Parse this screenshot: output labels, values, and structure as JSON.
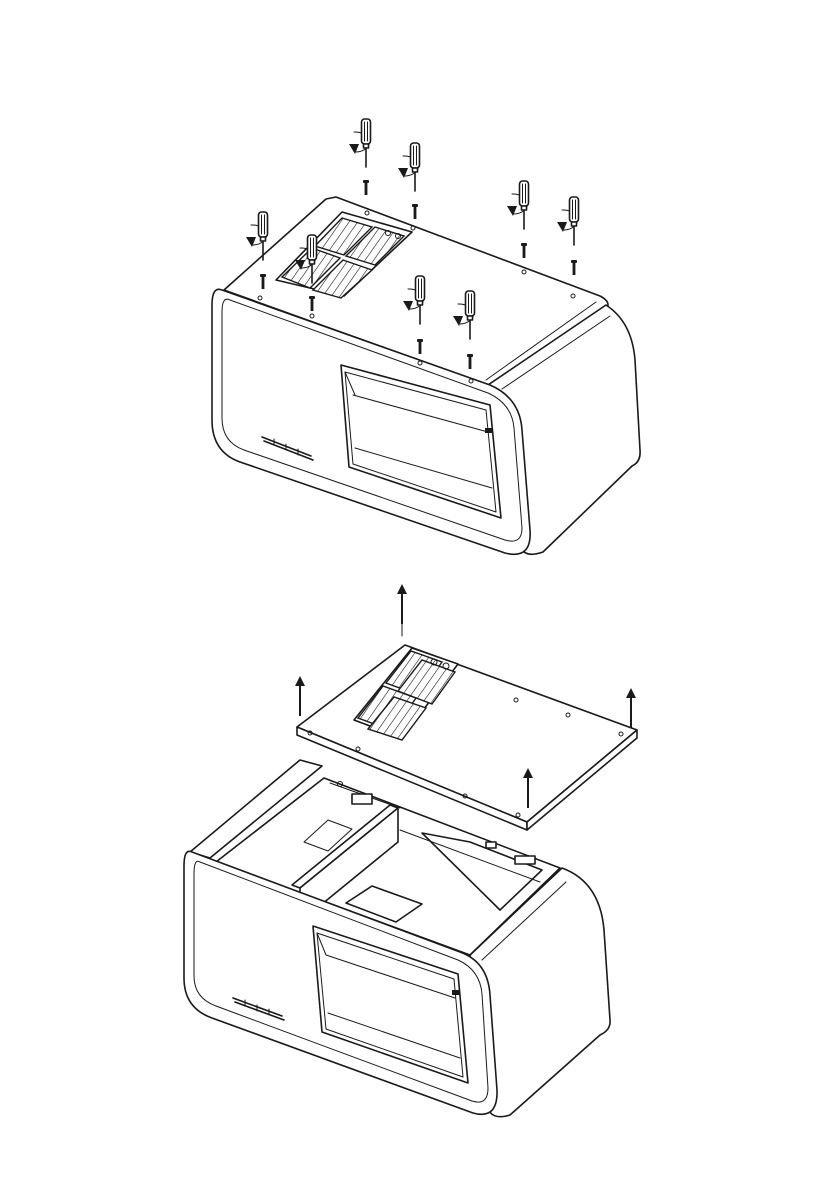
{
  "diagram": {
    "steps": [
      {
        "id": "step-1",
        "screw_count": 8,
        "action": "unscrew"
      },
      {
        "id": "step-2",
        "arrow_count": 4,
        "action": "lift-top-panel"
      }
    ],
    "icons": [
      "screwdriver-icon",
      "rotate-counterclockwise-icon",
      "screw-icon",
      "up-arrow-icon"
    ]
  }
}
